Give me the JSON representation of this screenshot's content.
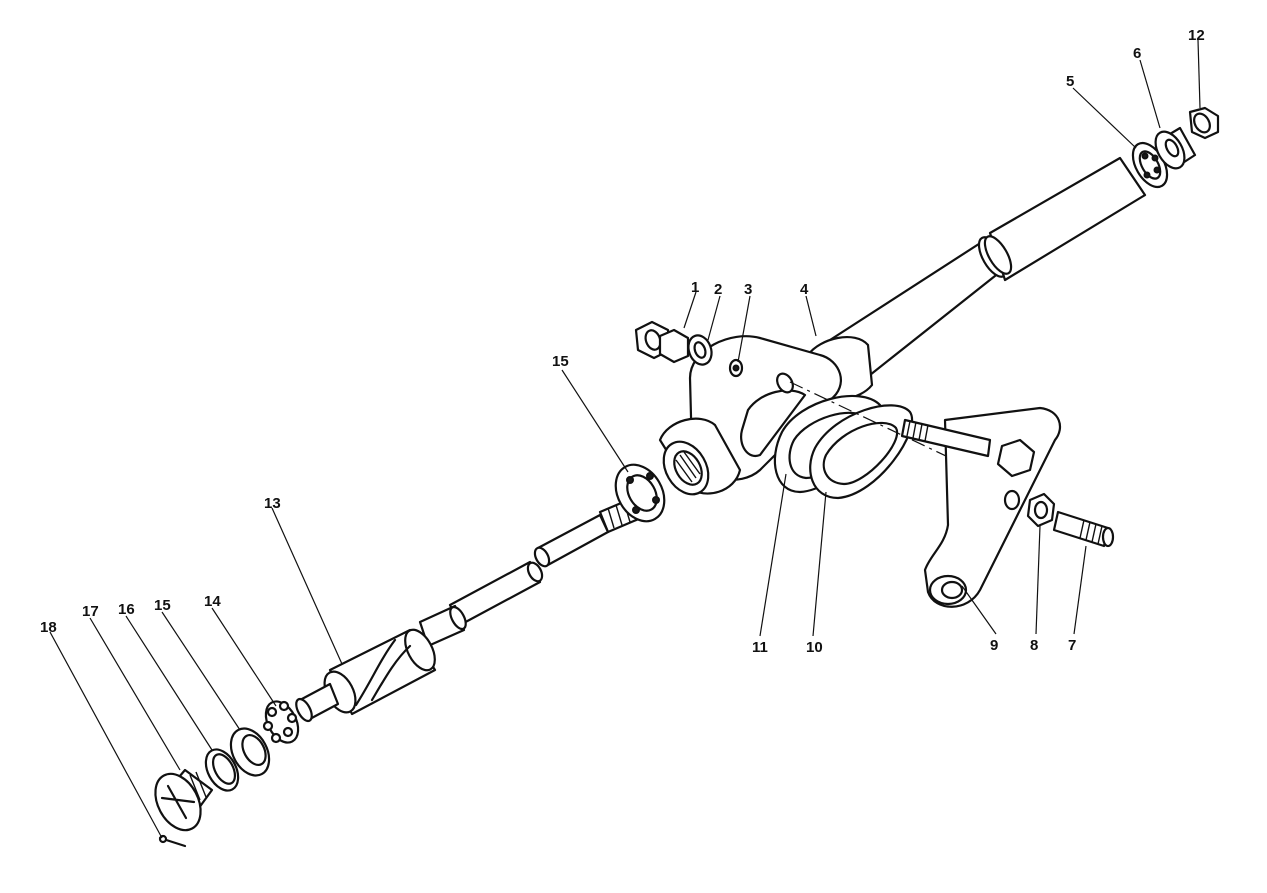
{
  "diagram": {
    "callouts": [
      {
        "id": "c1",
        "text": "1"
      },
      {
        "id": "c2",
        "text": "2"
      },
      {
        "id": "c3",
        "text": "3"
      },
      {
        "id": "c4",
        "text": "4"
      },
      {
        "id": "c5",
        "text": "5"
      },
      {
        "id": "c6",
        "text": "6"
      },
      {
        "id": "c7",
        "text": "7"
      },
      {
        "id": "c8",
        "text": "8"
      },
      {
        "id": "c9",
        "text": "9"
      },
      {
        "id": "c10",
        "text": "10"
      },
      {
        "id": "c11",
        "text": "11"
      },
      {
        "id": "c12",
        "text": "12"
      },
      {
        "id": "c13",
        "text": "13"
      },
      {
        "id": "c14",
        "text": "14"
      },
      {
        "id": "c15a",
        "text": "15"
      },
      {
        "id": "c15b",
        "text": "15"
      },
      {
        "id": "c16",
        "text": "16"
      },
      {
        "id": "c17",
        "text": "17"
      },
      {
        "id": "c18",
        "text": "18"
      }
    ],
    "colors": {
      "ink": "#111111",
      "paper": "#ffffff"
    }
  }
}
